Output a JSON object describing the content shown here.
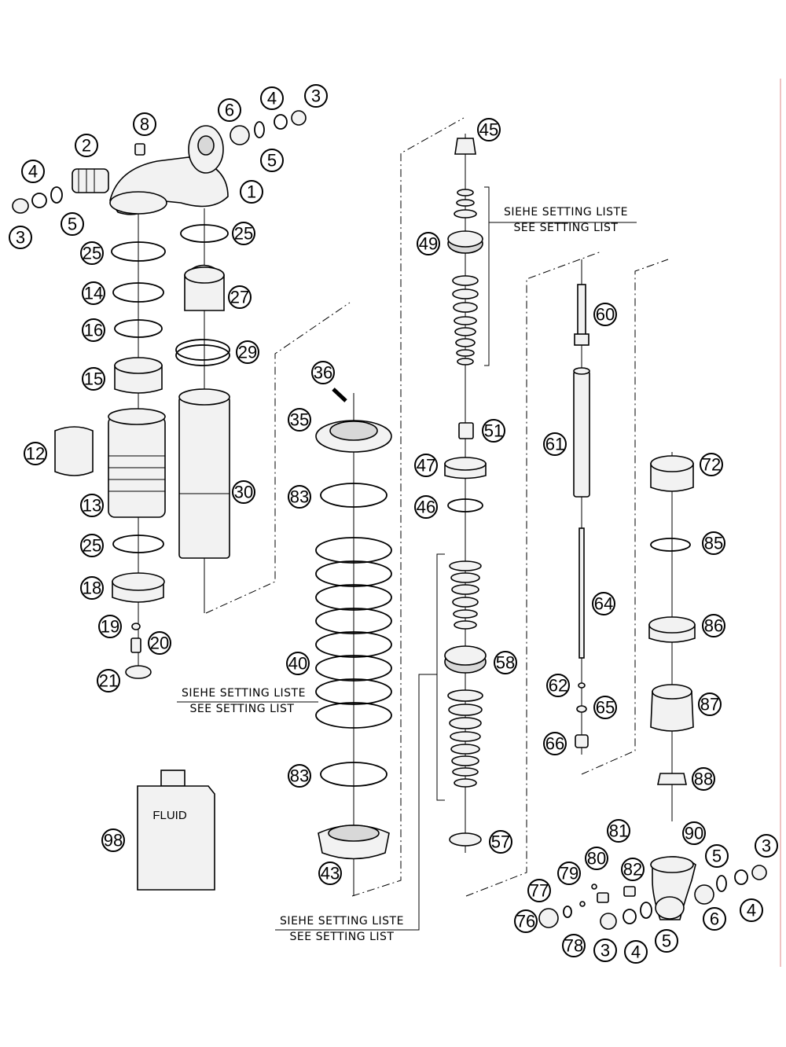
{
  "callouts": {
    "c1": "1",
    "c2": "2",
    "c3a": "3",
    "c3b": "3",
    "c4a": "4",
    "c4b": "4",
    "c5a": "5",
    "c5b": "5",
    "c6": "6",
    "c8": "8",
    "c25a": "25",
    "c25b": "25",
    "c25c": "25",
    "c14": "14",
    "c16": "16",
    "c15": "15",
    "c12": "12",
    "c13": "13",
    "c18": "18",
    "c19": "19",
    "c20": "20",
    "c21": "21",
    "c27": "27",
    "c29": "29",
    "c30": "30",
    "c36": "36",
    "c35": "35",
    "c83a": "83",
    "c83b": "83",
    "c40": "40",
    "c43": "43",
    "c45": "45",
    "c49": "49",
    "c51": "51",
    "c47": "47",
    "c46": "46",
    "c58": "58",
    "c57": "57",
    "c60": "60",
    "c61": "61",
    "c64": "64",
    "c62": "62",
    "c65": "65",
    "c66": "66",
    "c72": "72",
    "c85": "85",
    "c86": "86",
    "c87": "87",
    "c88": "88",
    "c90": "90",
    "c81": "81",
    "c80": "80",
    "c79": "79",
    "c82": "82",
    "c77": "77",
    "c76": "76",
    "c78": "78",
    "c3c": "3",
    "c4c": "4",
    "c5c": "5",
    "c6b": "6",
    "c5d": "5",
    "c3d": "3",
    "c4d": "4",
    "c98": "98"
  },
  "notes": {
    "setting_top_de": "SIEHE SETTING LISTE",
    "setting_top_en": "SEE SETTING LIST",
    "setting_spring_de": "SIEHE SETTING LISTE",
    "setting_spring_en": "SEE SETTING LIST",
    "setting_bottom_de": "SIEHE SETTING LISTE",
    "setting_bottom_en": "SEE SETTING LIST"
  },
  "fluid_label": "FLUID"
}
